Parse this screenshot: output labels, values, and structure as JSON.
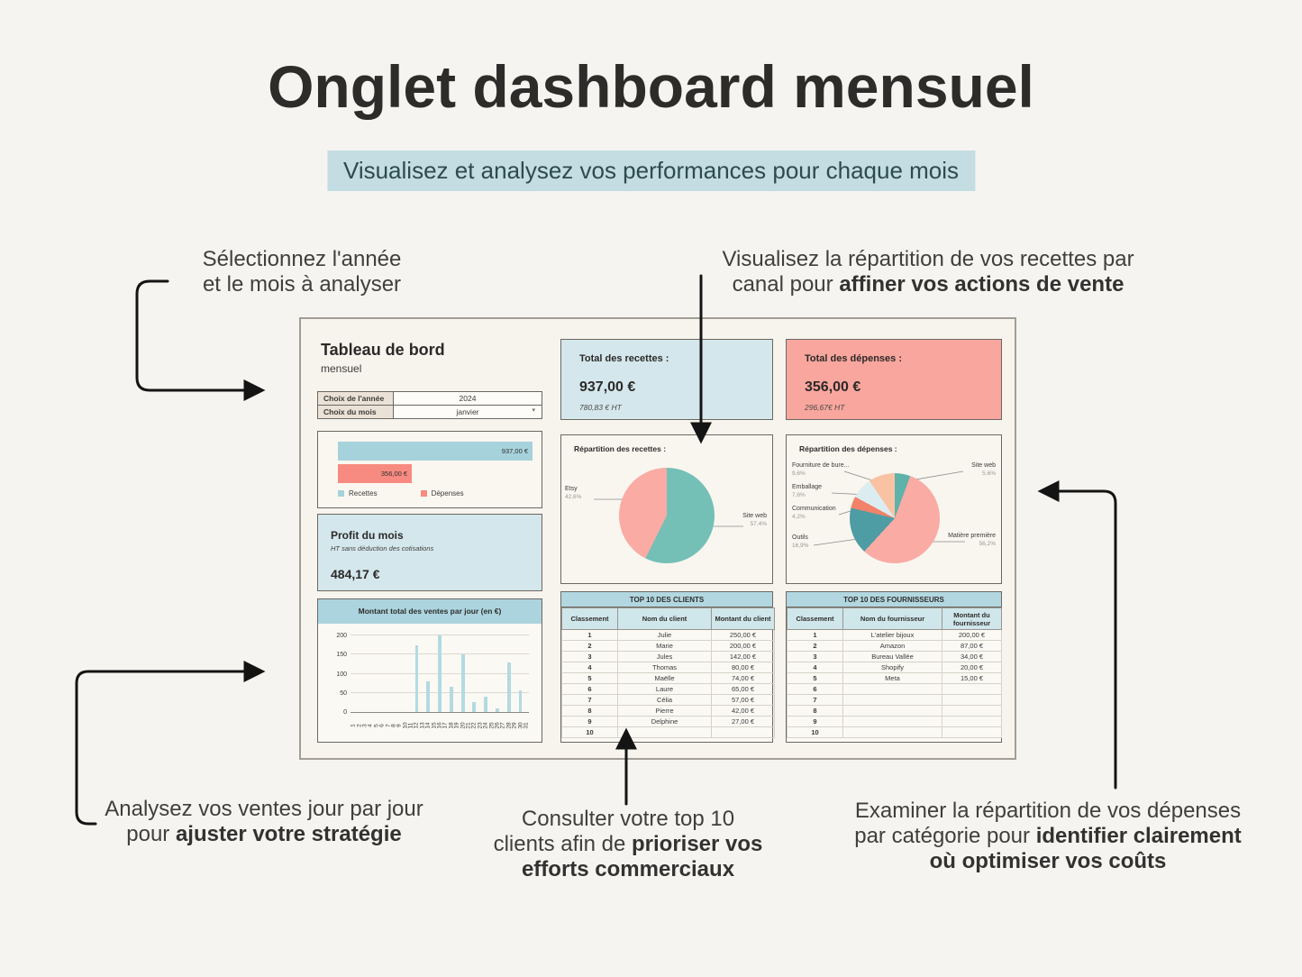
{
  "page": {
    "title": "Onglet dashboard mensuel",
    "subtitle": "Visualisez et analysez vos performances pour chaque mois"
  },
  "annotations": {
    "select_period": {
      "line1": "Sélectionnez l'année",
      "line2": "et le mois à analyser"
    },
    "recettes": {
      "line1": "Visualisez la répartition de vos recettes par",
      "line2_pre": "canal pour ",
      "line2_bold": "affiner vos actions de vente"
    },
    "ventes": {
      "line1": "Analysez vos ventes jour par jour",
      "line2_pre": "pour ",
      "line2_bold": "ajuster votre stratégie"
    },
    "clients": {
      "line1": "Consulter votre top 10",
      "line2_pre": "clients afin de ",
      "line2_bold": "prioriser vos",
      "line3_bold": "efforts commerciaux"
    },
    "depenses": {
      "line1": "Examiner la répartition de vos dépenses",
      "line2_pre": "par catégorie pour ",
      "line2_bold": "identifier clairement",
      "line3_bold": "où optimiser vos coûts"
    }
  },
  "dashboard": {
    "title": "Tableau de bord",
    "subtitle": "mensuel",
    "selectors": {
      "year_label": "Choix de l'année",
      "year_value": "2024",
      "month_label": "Choix du mois",
      "month_value": "janvier",
      "dropdown_icon": "▾"
    },
    "totals": {
      "recettes_label": "Total des recettes :",
      "recettes_value": "937,00 €",
      "recettes_ht": "780,83 € HT",
      "depenses_label": "Total des dépenses :",
      "depenses_value": "356,00 €",
      "depenses_ht": "296,67€ HT"
    },
    "profit": {
      "title": "Profit du mois",
      "note": "HT sans déduction des cotisations",
      "value": "484,17 €"
    },
    "legend": {
      "recettes": "Recettes",
      "depenses": "Dépenses"
    },
    "tables": {
      "clients": {
        "title": "TOP 10 DES CLIENTS",
        "headers": [
          "Classement",
          "Nom du client",
          "Montant du client"
        ],
        "rows": [
          [
            "1",
            "Julie",
            "250,00 €"
          ],
          [
            "2",
            "Marie",
            "200,00 €"
          ],
          [
            "3",
            "Jules",
            "142,00 €"
          ],
          [
            "4",
            "Thomas",
            "80,00 €"
          ],
          [
            "5",
            "Maëlle",
            "74,00 €"
          ],
          [
            "6",
            "Laure",
            "65,00 €"
          ],
          [
            "7",
            "Célia",
            "57,00 €"
          ],
          [
            "8",
            "Pierre",
            "42,00 €"
          ],
          [
            "9",
            "Delphine",
            "27,00 €"
          ],
          [
            "10",
            "",
            ""
          ]
        ]
      },
      "fournisseurs": {
        "title": "TOP 10 DES FOURNISSEURS",
        "headers": [
          "Classement",
          "Nom du fournisseur",
          "Montant du fournisseur"
        ],
        "rows": [
          [
            "1",
            "L'atelier bijoux",
            "200,00 €"
          ],
          [
            "2",
            "Amazon",
            "87,00 €"
          ],
          [
            "3",
            "Bureau Vallée",
            "34,00 €"
          ],
          [
            "4",
            "Shopify",
            "20,00 €"
          ],
          [
            "5",
            "Meta",
            "15,00 €"
          ],
          [
            "6",
            "",
            ""
          ],
          [
            "7",
            "",
            ""
          ],
          [
            "8",
            "",
            ""
          ],
          [
            "9",
            "",
            ""
          ],
          [
            "10",
            "",
            ""
          ]
        ]
      }
    }
  },
  "chart_data": [
    {
      "id": "recettes_vs_depenses",
      "type": "bar",
      "orientation": "horizontal",
      "categories": [
        "Recettes",
        "Dépenses"
      ],
      "values": [
        937,
        356
      ],
      "value_labels": [
        "937,00 €",
        "356,00 €"
      ],
      "colors": [
        "#a6d2dc",
        "#f78b81"
      ],
      "xlim": [
        0,
        937
      ],
      "legend_position": "bottom"
    },
    {
      "id": "ventes_par_jour",
      "type": "bar",
      "title": "Montant total des ventes par jour (en €)",
      "x": [
        1,
        2,
        3,
        4,
        5,
        6,
        7,
        8,
        9,
        10,
        11,
        12,
        13,
        14,
        15,
        16,
        17,
        18,
        19,
        20,
        21,
        22,
        23,
        24,
        25,
        26,
        27,
        28,
        29,
        30,
        31
      ],
      "values": [
        0,
        0,
        0,
        0,
        0,
        0,
        0,
        0,
        0,
        0,
        0,
        175,
        0,
        80,
        0,
        200,
        0,
        65,
        0,
        150,
        0,
        25,
        0,
        40,
        0,
        10,
        0,
        130,
        0,
        57,
        0
      ],
      "ylim": [
        0,
        200
      ],
      "yticks": [
        0,
        50,
        100,
        150,
        200
      ],
      "bar_color": "#b3dae1",
      "grid": true
    },
    {
      "id": "repartition_recettes",
      "type": "pie",
      "title": "Répartition des recettes :",
      "slices": [
        {
          "label": "Site web",
          "pct": 57.4,
          "pct_label": "57,4%",
          "color": "#74c0b6"
        },
        {
          "label": "Etsy",
          "pct": 42.6,
          "pct_label": "42,6%",
          "color": "#f9aba4"
        }
      ]
    },
    {
      "id": "repartition_depenses",
      "type": "pie",
      "title": "Répartition des dépenses :",
      "slices": [
        {
          "label": "Site web",
          "pct": 5.6,
          "pct_label": "5,6%",
          "color": "#5fb2aa"
        },
        {
          "label": "Matière première",
          "pct": 56.2,
          "pct_label": "56,2%",
          "color": "#f9aba4"
        },
        {
          "label": "Outils",
          "pct": 16.9,
          "pct_label": "16,9%",
          "color": "#4f9da4"
        },
        {
          "label": "Communication",
          "pct": 4.2,
          "pct_label": "4,2%",
          "color": "#f3826a"
        },
        {
          "label": "Emballage",
          "pct": 7.6,
          "pct_label": "7,6%",
          "color": "#dcedf1"
        },
        {
          "label": "Fourniture de bure...",
          "pct": 9.6,
          "pct_label": "9,6%",
          "color": "#f9c3a3"
        }
      ]
    }
  ],
  "colors": {
    "page_bg": "#f5f4f1",
    "subtitle_bg": "#c3dde2",
    "box_blue": "#d4e7ec",
    "box_salmon": "#f9a69e",
    "band_blue": "#abd4de",
    "arrow": "#141414"
  }
}
